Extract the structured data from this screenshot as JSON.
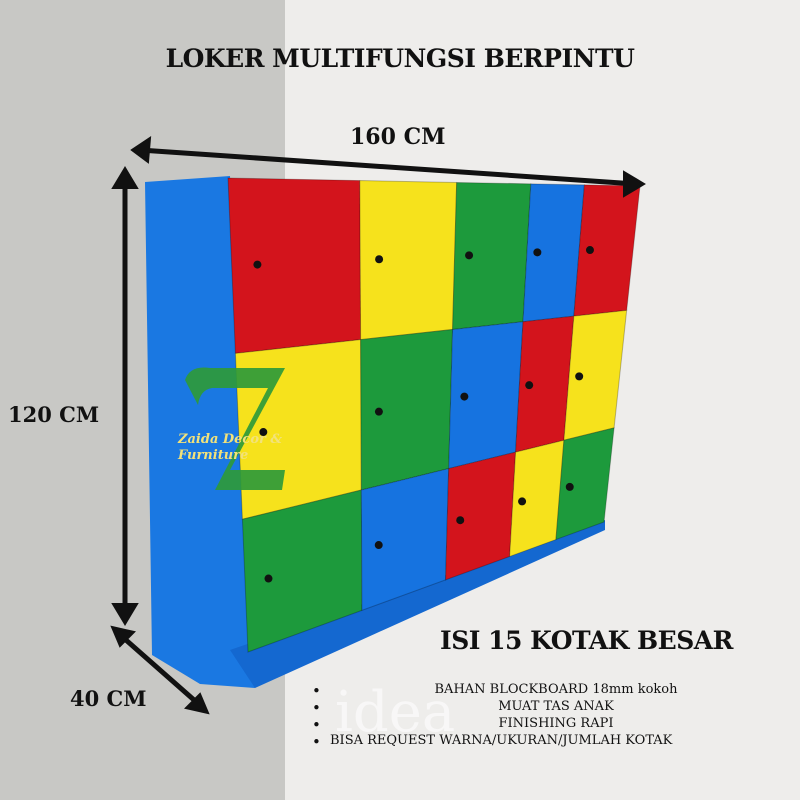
{
  "title": "LOKER MULTIFUNGSI BERPINTU",
  "dimensions": {
    "width": "160 CM",
    "height": "120 CM",
    "depth": "40 CM"
  },
  "features_title": "ISI 15 KOTAK BESAR",
  "features": [
    "BAHAN BLOCKBOARD 18mm kokoh",
    "MUAT TAS ANAK",
    "FINISHING RAPI",
    "BISA REQUEST WARNA/UKURAN/JUMLAH KOTAK"
  ],
  "watermark": "idea",
  "logo": {
    "letter": "Z",
    "line1": "Zaida Decor &",
    "line2": "Furniture"
  },
  "colors": {
    "red": "#d3141c",
    "yellow": "#f6e21c",
    "green": "#1d9a3c",
    "blue": "#1673e0"
  },
  "door_colors": [
    [
      "red",
      "yellow",
      "green",
      "blue",
      "red"
    ],
    [
      "yellow",
      "green",
      "blue",
      "red",
      "yellow"
    ],
    [
      "green",
      "blue",
      "red",
      "yellow",
      "green"
    ]
  ]
}
